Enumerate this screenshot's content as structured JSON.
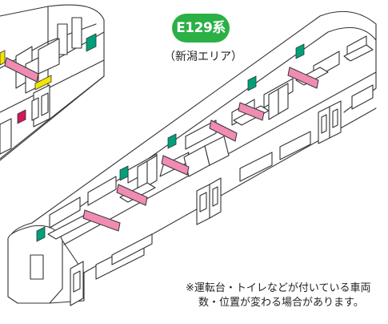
{
  "diagram": {
    "model_badge": "E129系",
    "region_label": "（新潟エリア）",
    "note_line1": "※運転台・トイレなどが付いている車両",
    "note_line2": "数・位置が変わる場合があります。"
  },
  "colors": {
    "badge_green": "#2bb045",
    "priority_sticker_teal": "#00a07a",
    "pink_panel": "#f08cb4",
    "yellow_marker": "#f2e600",
    "magenta_square": "#d0185c",
    "line": "#333333"
  }
}
